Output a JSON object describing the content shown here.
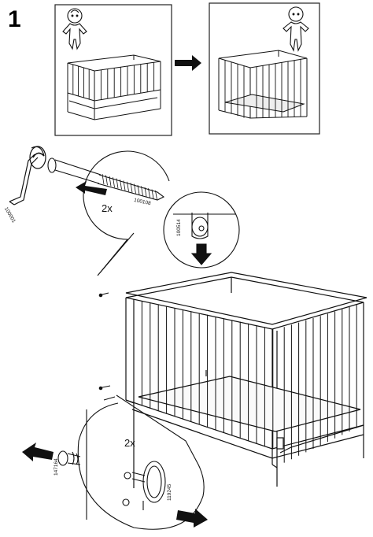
{
  "step": {
    "number": "1"
  },
  "parts": {
    "hex_key": "100001",
    "bolt": "100108",
    "barrel_nut": "100514",
    "dowel": "147164",
    "side_peg": "119245"
  },
  "quantities": {
    "bolts": "2x",
    "pegs": "2x"
  },
  "colors": {
    "ink": "#000000",
    "panel_border": "#222222",
    "grey": "#c8c8c8"
  },
  "icons": [
    "baby-figure-icon",
    "baby-figure-icon",
    "right-arrow-icon",
    "left-arrow-icon"
  ]
}
